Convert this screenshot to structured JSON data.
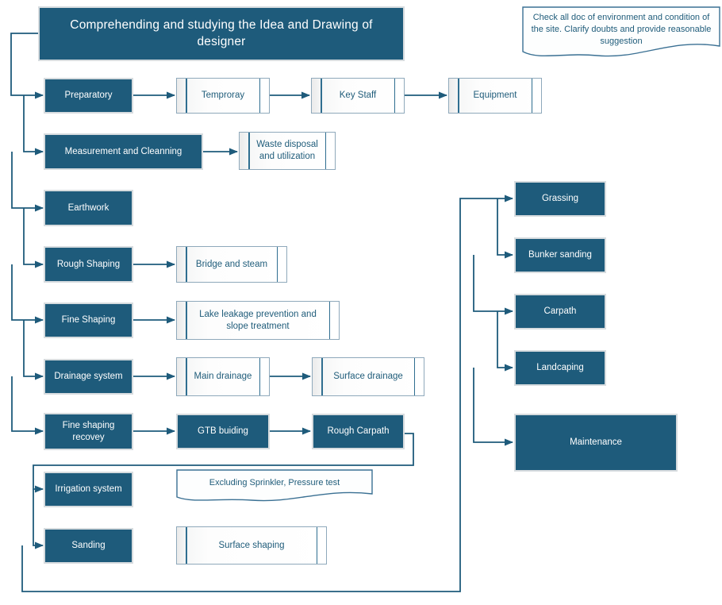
{
  "diagram": {
    "title": {
      "label": "Comprehending and studying  the Idea and Drawing of designer"
    },
    "note": {
      "label": "Check all doc of environment and condition of the site. Clarify doubts and provide reasonable suggestion"
    },
    "annotation": {
      "label": "Excluding Sprinkler, Pressure test"
    },
    "nodes": {
      "preparatory": {
        "label": "Preparatory",
        "type": "task"
      },
      "temproray": {
        "label": "Temproray",
        "type": "subprocess"
      },
      "key_staff": {
        "label": "Key Staff",
        "type": "subprocess"
      },
      "equipment": {
        "label": "Equipment",
        "type": "subprocess"
      },
      "measurement_and_cleanning": {
        "label": "Measurement and Cleanning",
        "type": "task"
      },
      "waste_disposal": {
        "label": "Waste disposal and utilization",
        "type": "subprocess"
      },
      "earthwork": {
        "label": "Earthwork",
        "type": "task"
      },
      "rough_shaping": {
        "label": "Rough Shaping",
        "type": "task"
      },
      "bridge_and_steam": {
        "label": "Bridge and steam",
        "type": "subprocess"
      },
      "fine_shaping": {
        "label": "Fine Shaping",
        "type": "task"
      },
      "lake_leakage": {
        "label": "Lake leakage prevention and slope treatment",
        "type": "subprocess"
      },
      "drainage_system": {
        "label": "Drainage system",
        "type": "task"
      },
      "main_drainage": {
        "label": "Main drainage",
        "type": "subprocess"
      },
      "surface_drainage": {
        "label": "Surface drainage",
        "type": "subprocess"
      },
      "fine_shaping_recovey": {
        "label": "Fine shaping recovey",
        "type": "task"
      },
      "gtb_buiding": {
        "label": "GTB buiding",
        "type": "task"
      },
      "rough_carpath": {
        "label": "Rough Carpath",
        "type": "task"
      },
      "irrigation_system": {
        "label": "Irrigation system",
        "type": "task"
      },
      "sanding": {
        "label": "Sanding",
        "type": "task"
      },
      "surface_shaping": {
        "label": "Surface shaping",
        "type": "subprocess"
      },
      "grassing": {
        "label": "Grassing",
        "type": "task"
      },
      "bunker_sanding": {
        "label": "Bunker sanding",
        "type": "task"
      },
      "carpath": {
        "label": "Carpath",
        "type": "task"
      },
      "landcaping": {
        "label": "Landcaping",
        "type": "task"
      },
      "maintenance": {
        "label": "Maintenance",
        "type": "task"
      }
    },
    "edges": [
      {
        "from": "title",
        "to": "preparatory"
      },
      {
        "from": "preparatory",
        "to": "temproray"
      },
      {
        "from": "temproray",
        "to": "key_staff"
      },
      {
        "from": "key_staff",
        "to": "equipment"
      },
      {
        "from": "preparatory",
        "to": "measurement_and_cleanning"
      },
      {
        "from": "measurement_and_cleanning",
        "to": "waste_disposal"
      },
      {
        "from": "measurement_and_cleanning",
        "to": "earthwork"
      },
      {
        "from": "earthwork",
        "to": "rough_shaping"
      },
      {
        "from": "rough_shaping",
        "to": "bridge_and_steam"
      },
      {
        "from": "rough_shaping",
        "to": "fine_shaping"
      },
      {
        "from": "fine_shaping",
        "to": "lake_leakage"
      },
      {
        "from": "fine_shaping",
        "to": "drainage_system"
      },
      {
        "from": "drainage_system",
        "to": "main_drainage"
      },
      {
        "from": "main_drainage",
        "to": "surface_drainage"
      },
      {
        "from": "drainage_system",
        "to": "fine_shaping_recovey"
      },
      {
        "from": "fine_shaping_recovey",
        "to": "gtb_buiding"
      },
      {
        "from": "gtb_buiding",
        "to": "rough_carpath"
      },
      {
        "from": "rough_carpath",
        "to": "irrigation_system"
      },
      {
        "from": "irrigation_system",
        "to": "sanding"
      },
      {
        "from": "sanding",
        "to": "surface_shaping"
      },
      {
        "from": "sanding",
        "to": "grassing"
      },
      {
        "from": "grassing",
        "to": "bunker_sanding"
      },
      {
        "from": "bunker_sanding",
        "to": "carpath"
      },
      {
        "from": "carpath",
        "to": "landcaping"
      },
      {
        "from": "landcaping",
        "to": "maintenance"
      }
    ],
    "colors": {
      "task_fill": "#1E5B7B",
      "task_text": "#FFFFFF",
      "light_text": "#1F5C7A",
      "process_border": "#8FA9BB",
      "connector": "#1E5B7B"
    }
  }
}
